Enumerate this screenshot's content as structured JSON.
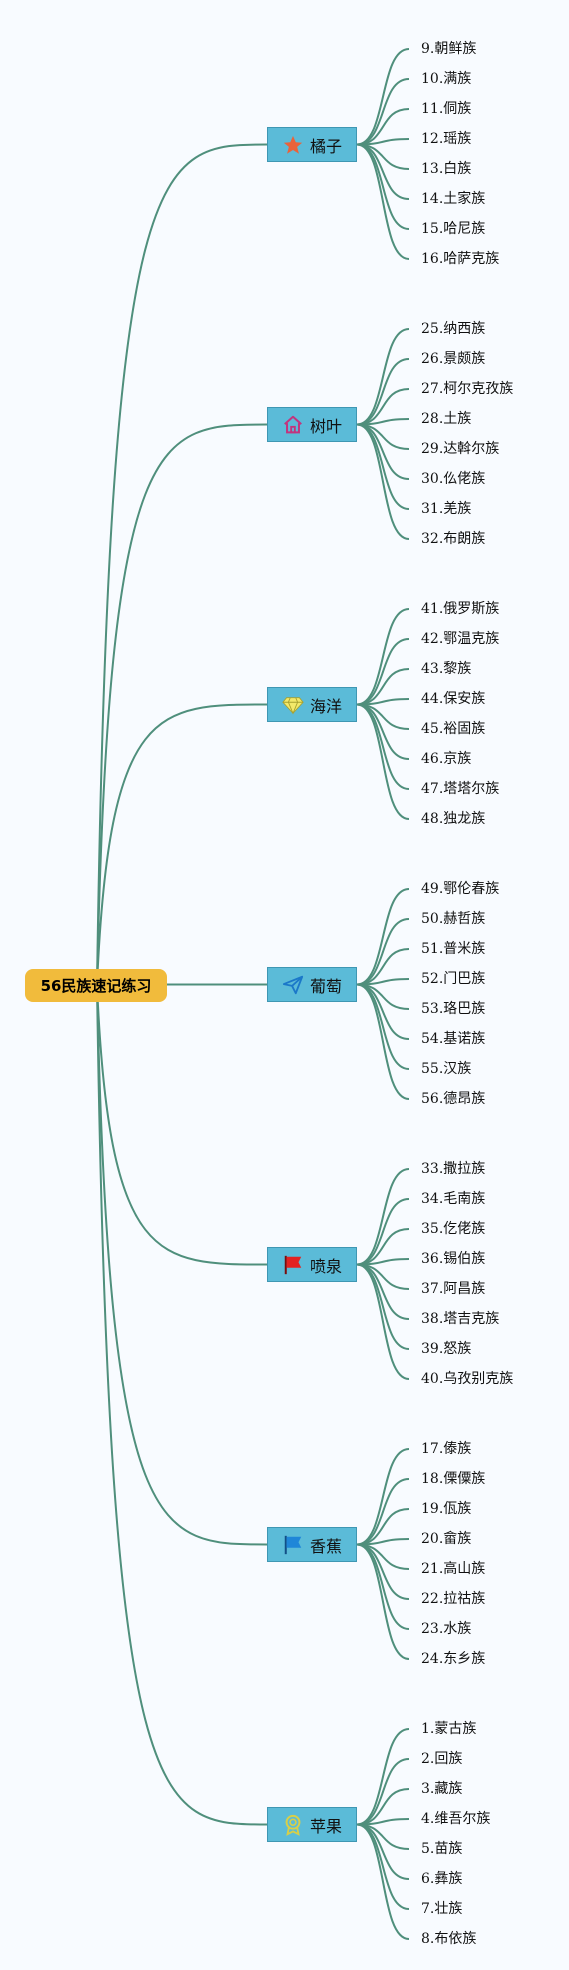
{
  "root": {
    "label": "56民族速记练习"
  },
  "branches": [
    {
      "label": "橘子",
      "icon": "star-icon",
      "color": "#e9633b",
      "leaves": [
        "9.朝鲜族",
        "10.满族",
        "11.侗族",
        "12.瑶族",
        "13.白族",
        "14.土家族",
        "15.哈尼族",
        "16.哈萨克族"
      ]
    },
    {
      "label": "树叶",
      "icon": "house-icon",
      "color": "#c2357e",
      "leaves": [
        "25.纳西族",
        "26.景颇族",
        "27.柯尔克孜族",
        "28.土族",
        "29.达斡尔族",
        "30.仫佬族",
        "31.羌族",
        "32.布朗族"
      ]
    },
    {
      "label": "海洋",
      "icon": "diamond-icon",
      "color": "#f3e96a",
      "leaves": [
        "41.俄罗斯族",
        "42.鄂温克族",
        "43.黎族",
        "44.保安族",
        "45.裕固族",
        "46.京族",
        "47.塔塔尔族",
        "48.独龙族"
      ]
    },
    {
      "label": "葡萄",
      "icon": "paper-plane-icon",
      "color": "#1b78c9",
      "leaves": [
        "49.鄂伦春族",
        "50.赫哲族",
        "51.普米族",
        "52.门巴族",
        "53.珞巴族",
        "54.基诺族",
        "55.汉族",
        "56.德昂族"
      ]
    },
    {
      "label": "喷泉",
      "icon": "red-flag-icon",
      "color": "#e32222",
      "leaves": [
        "33.撒拉族",
        "34.毛南族",
        "35.仡佬族",
        "36.锡伯族",
        "37.阿昌族",
        "38.塔吉克族",
        "39.怒族",
        "40.乌孜别克族"
      ]
    },
    {
      "label": "香蕉",
      "icon": "blue-flag-icon",
      "color": "#1f86d8",
      "leaves": [
        "17.傣族",
        "18.傈僳族",
        "19.佤族",
        "20.畲族",
        "21.高山族",
        "22.拉祜族",
        "23.水族",
        "24.东乡族"
      ]
    },
    {
      "label": "苹果",
      "icon": "award-icon",
      "color": "#d7cf49",
      "leaves": [
        "1.蒙古族",
        "2.回族",
        "3.藏族",
        "4.维吾尔族",
        "5.苗族",
        "6.彝族",
        "7.壮族",
        "8.布依族"
      ]
    }
  ],
  "colors": {
    "link": "#4f8f7c",
    "root_fill": "#f1bb3c",
    "branch_fill": "#5bbbd8",
    "background": "#f8fbff"
  }
}
